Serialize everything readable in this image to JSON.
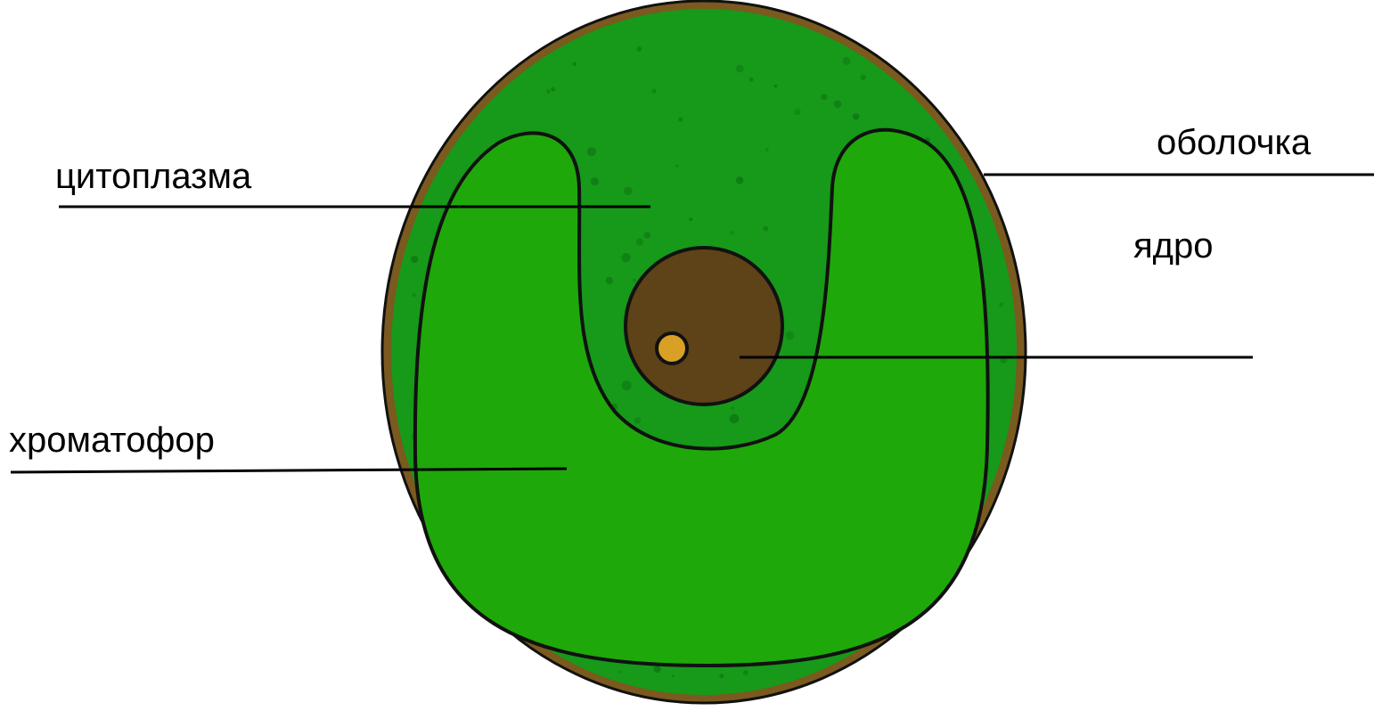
{
  "labels": {
    "cytoplasm": "цитоплазма",
    "membrane": "оболочка",
    "nucleus": "ядро",
    "chromatophore": "хроматофор"
  },
  "colors": {
    "membrane": "#7a5a1e",
    "cytoplasm": "#17991a",
    "chromatophore": "#1fa80a",
    "nucleus": "#5e4218",
    "nucleolus": "#d9a026",
    "granule": "#0f7a14",
    "outline": "#111111"
  }
}
